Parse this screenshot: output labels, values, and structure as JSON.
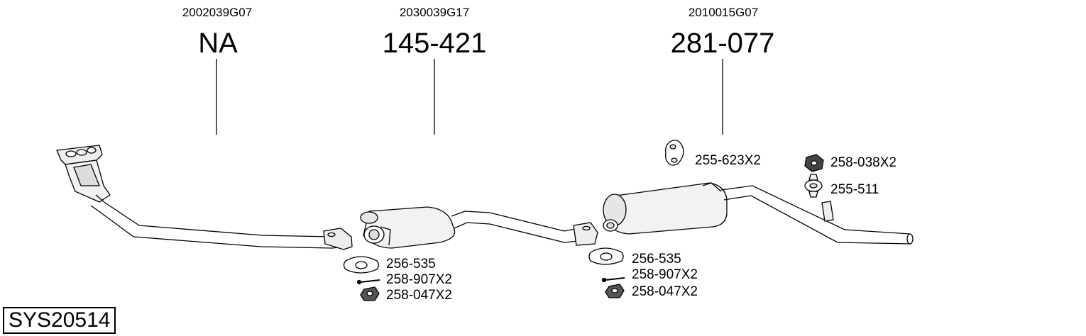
{
  "parts": [
    {
      "oem": "2002039G07",
      "number": "NA"
    },
    {
      "oem": "2030039G17",
      "number": "145-421"
    },
    {
      "oem": "2010015G07",
      "number": "281-077"
    }
  ],
  "accessories": {
    "left_gasket": "256-535",
    "left_bolt": "258-907X2",
    "left_nut": "258-047X2",
    "right_gasket": "256-535",
    "right_bolt": "258-907X2",
    "right_nut": "258-047X2",
    "hanger_a": "255-623X2",
    "nut_b": "258-038X2",
    "hanger_c": "255-511"
  },
  "system_id": "SYS20514"
}
